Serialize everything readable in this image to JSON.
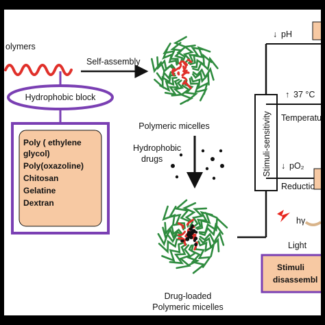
{
  "polymers_label": "olymers",
  "hydrophobic_block": "Hydrophobic block",
  "self_assembly": "Self-assembly",
  "polymeric_micelles": "Polymeric micelles",
  "hydrophobic_drugs_line1": "Hydrophobic",
  "hydrophobic_drugs_line2": "drugs",
  "drug_loaded_line1": "Drug-loaded",
  "drug_loaded_line2": "Polymeric micelles",
  "hydrophilic_list": [
    "Poly ( ethylene",
    "glycol)",
    "Poly(oxazoline)",
    "Chitosan",
    "Gelatine",
    "Dextran"
  ],
  "stimuli_sensitivity": "Stimuli-sensitivity",
  "stimuli": [
    {
      "symbol": "↓",
      "label": "pH"
    },
    {
      "symbol": "↑",
      "label": "37 °C"
    },
    {
      "symbol": "↓",
      "label": "pO₂"
    }
  ],
  "stimuli_names": [
    "Temperature",
    "Reduction",
    "Light"
  ],
  "light_symbol": "hγ",
  "disassembly_line1": "Stimuli",
  "disassembly_line2": "disassembl",
  "colors": {
    "polymer_red": "#e0302a",
    "shell_green": "#2e8b3e",
    "box_border": "#7a3fb3",
    "box_fill": "#f7c9a3",
    "lightning": "#e8261e"
  }
}
